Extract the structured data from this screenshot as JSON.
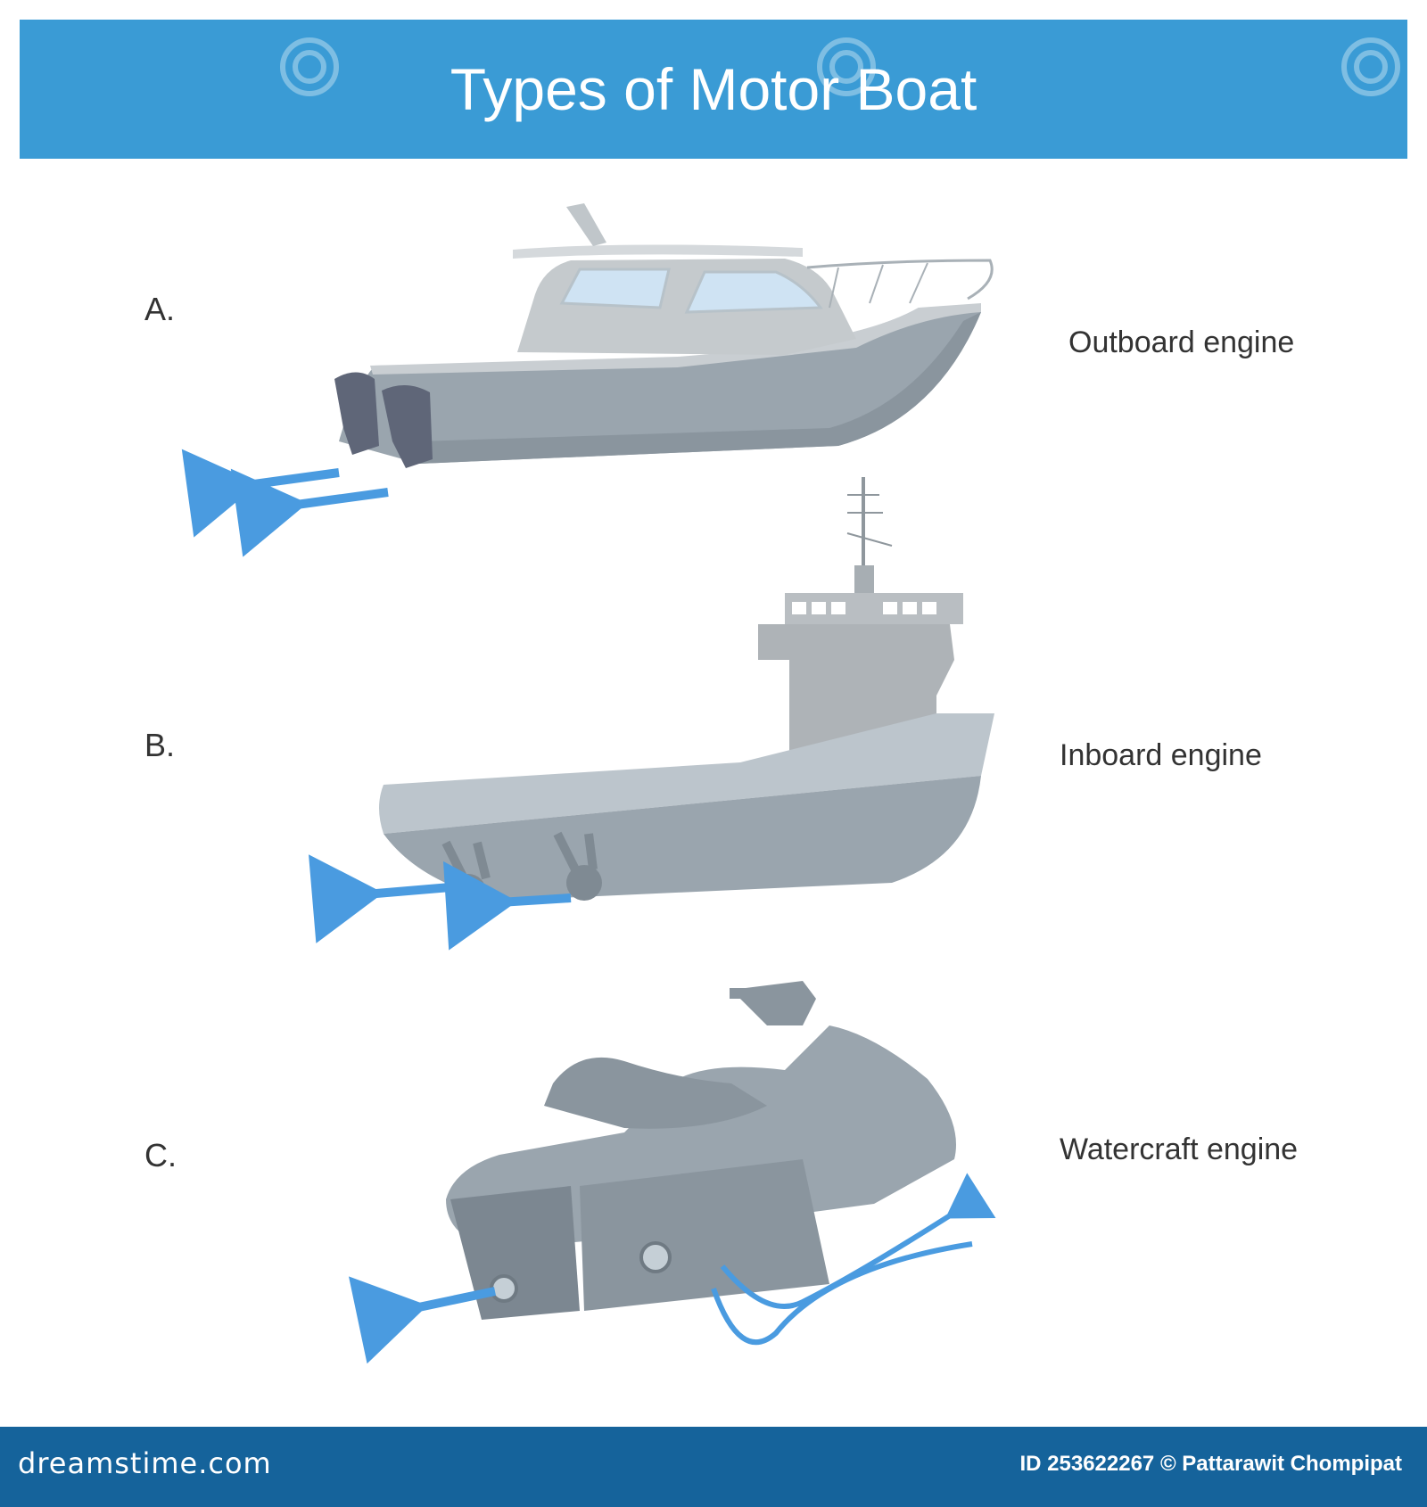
{
  "header": {
    "title": "Types of Motor Boat"
  },
  "items": [
    {
      "letter": "A.",
      "label": "Outboard engine"
    },
    {
      "letter": "B.",
      "label": "Inboard engine"
    },
    {
      "letter": "C.",
      "label": "Watercraft engine"
    }
  ],
  "footer": {
    "brand": "dreamstime.com",
    "credit": "ID 253622267 © Pattarawit Chompipat"
  },
  "colors": {
    "header_bg": "#3a9bd5",
    "footer_bg": "#15639b",
    "arrow": "#4a9be0",
    "hull": "#9aa5ae"
  },
  "icons": [
    "watermark-spiral-icon",
    "flow-arrow-icon"
  ]
}
